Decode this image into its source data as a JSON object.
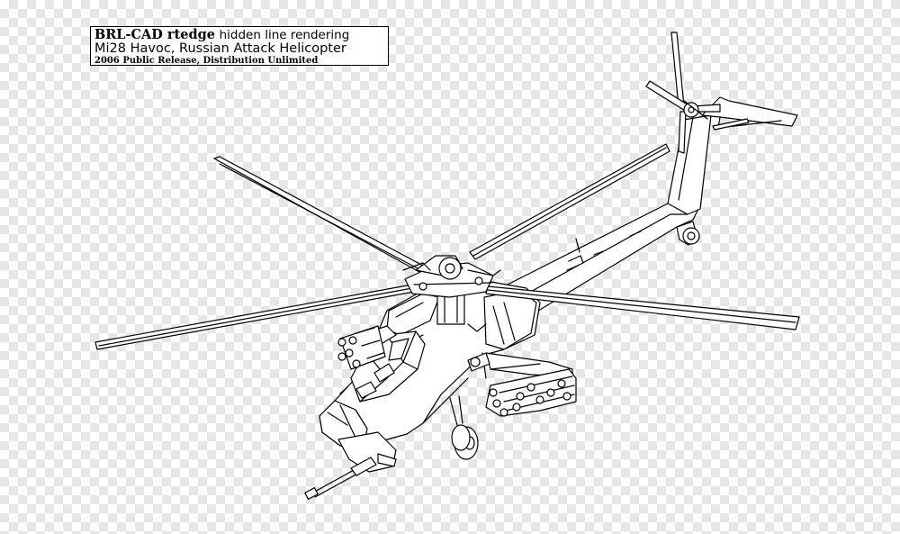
{
  "caption": {
    "program": "BRL-CAD rtedge",
    "rendering": "hidden line rendering",
    "subject": "Mi28 Havoc, Russian Attack Helicopter",
    "release": "2006 Public Release, Distribution Unlimited"
  },
  "colors": {
    "line": "#000000",
    "fill": "#ffffff",
    "checker": "#e6e6e6"
  }
}
